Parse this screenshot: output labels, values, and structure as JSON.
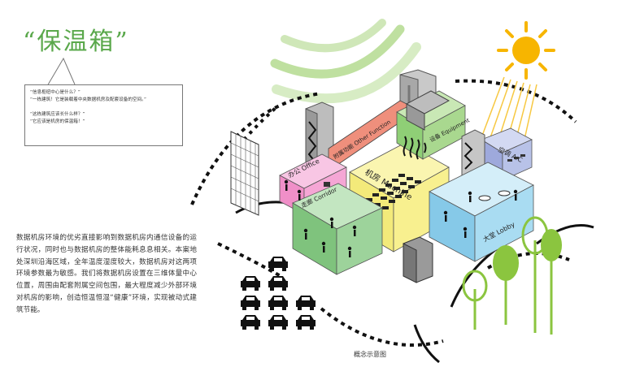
{
  "title": "“保温箱”",
  "bubble": {
    "lines": [
      "“信息枢纽中心是什么？”",
      "“一栋建筑！它是装载着中央数据机房及配套设备的空间。”",
      "“这栋建筑应该长什么样？”",
      "“它应该是机房的保温箱！”"
    ]
  },
  "paragraph": "数据机房环境的优劣直接影响到数据机房内通信设备的运行状况，同时也与数据机房的整体能耗息息相关。本案地处深圳沿海区域，全年温度湿度较大，数据机房对这两项环境参数最为敏感。我们将数据机房设置在三维体量中心位置，周围由配套附属空间包围，最大程度减少外部环境对机房的影响，创造恒温恒湿“健康”环境，实现被动式建筑节能。",
  "labels": {
    "office": "办公 Office",
    "other_function": "附属功能 Other Function",
    "equipment": "设备 Equipment",
    "machine": "机房 Machine",
    "corridor": "走廊 Corridor",
    "ac": "空调 A.C",
    "lobby": "大堂 Lobby"
  },
  "caption": "概念示意图",
  "colors": {
    "title_green": "#5aa84b",
    "office": "#f5a6d5",
    "other_function": "#ef8f7c",
    "equipment": "#a9d88f",
    "machine": "#f8f08f",
    "corridor": "#9dd39b",
    "ac": "#b8c2e8",
    "lobby": "#a9dcf2",
    "sun": "#f7b500",
    "tree": "#8bc53f"
  },
  "icons": [
    "sun-icon",
    "car-icon",
    "tree-icon",
    "person-icon",
    "wind-arc-icon",
    "server-rack-icon"
  ]
}
